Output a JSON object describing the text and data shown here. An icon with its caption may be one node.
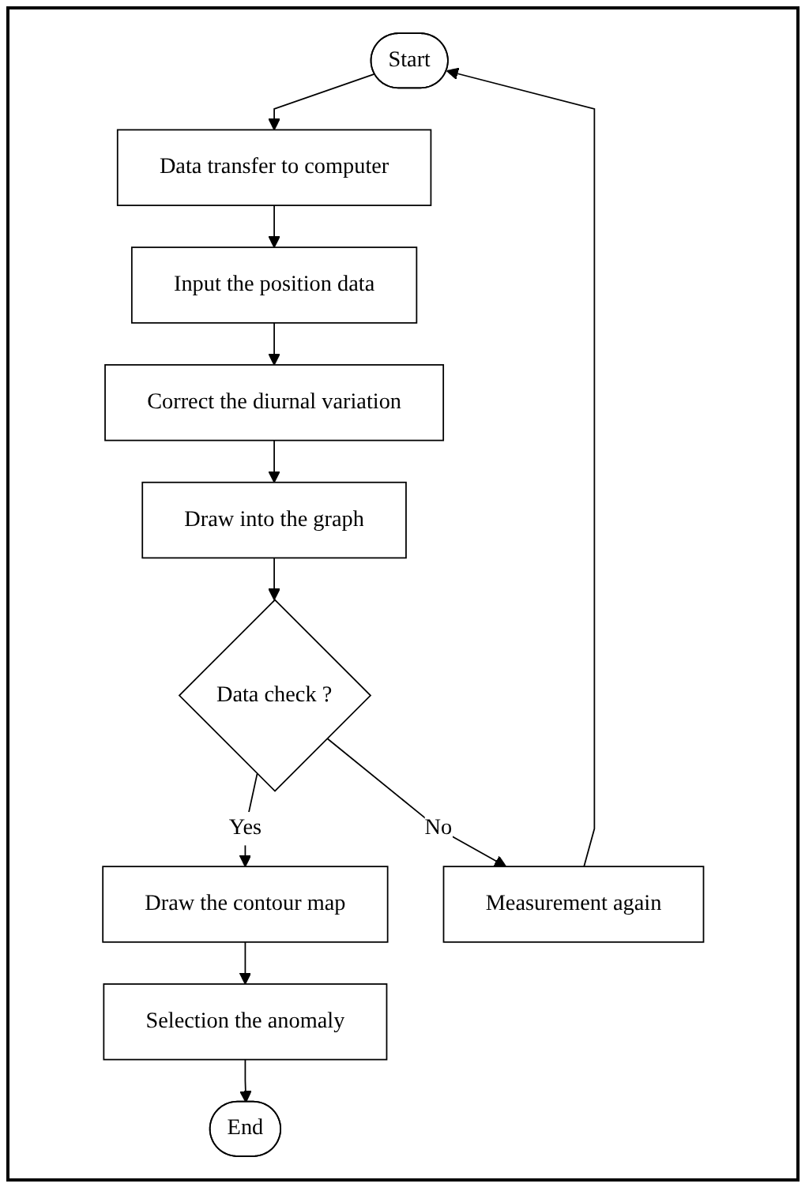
{
  "diagram": {
    "nodes": [
      {
        "text": [
          "Start"
        ]
      },
      {
        "text": [
          "Data transfer to computer"
        ]
      },
      {
        "text": [
          "Input the position data"
        ]
      },
      {
        "text": [
          "Correct the diurnal variation"
        ]
      },
      {
        "text": [
          "Draw into the graph"
        ]
      },
      {
        "text": [
          "Data check ?"
        ]
      },
      {
        "text": [
          "Draw the contour map"
        ]
      },
      {
        "text": [
          "Selection the anomaly"
        ]
      },
      {
        "text": [
          "End"
        ]
      },
      {
        "text": [
          "Measurement again"
        ]
      }
    ],
    "edges": [
      {
        "from": 0,
        "to": 1,
        "arrow": "to"
      },
      {
        "from": 1,
        "to": 2,
        "arrow": "to"
      },
      {
        "from": 2,
        "to": 3,
        "arrow": "to"
      },
      {
        "from": 3,
        "to": 4,
        "arrow": "to"
      },
      {
        "from": 4,
        "to": 5,
        "arrow": "to"
      },
      {
        "from": 5,
        "to": 6,
        "label": "Yes",
        "arrow": "to"
      },
      {
        "from": 5,
        "to": 9,
        "label": "No",
        "arrow": "to"
      },
      {
        "from": 9,
        "to": 0,
        "arrow": "to"
      },
      {
        "from": 6,
        "to": 7,
        "arrow": "to"
      },
      {
        "from": 7,
        "to": 8,
        "arrow": "to"
      }
    ]
  }
}
